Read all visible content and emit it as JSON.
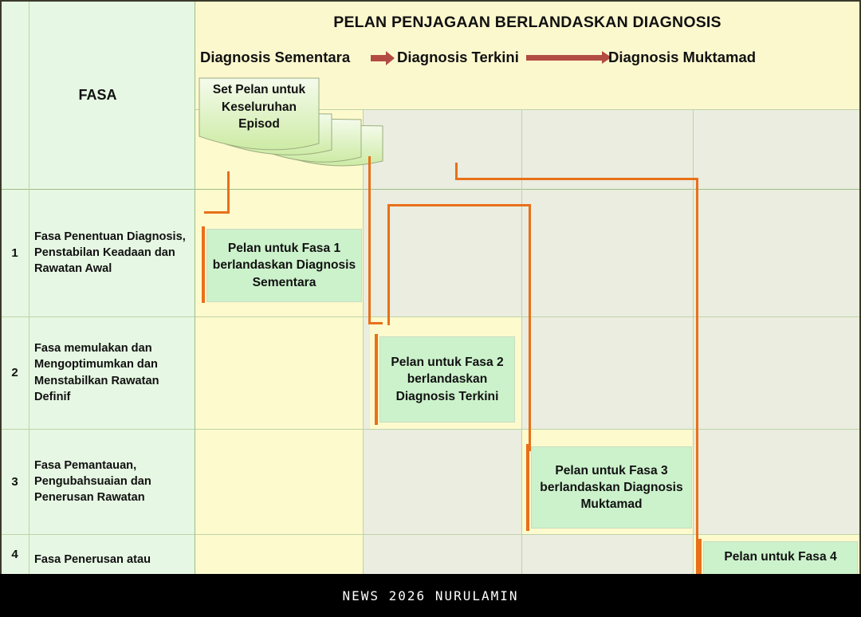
{
  "header": {
    "title": "PELAN PENJAGAAN BERLANDASKAN DIAGNOSIS",
    "fasa_label": "FASA",
    "diagnosis_stages": [
      {
        "label": "Diagnosis Sementara"
      },
      {
        "label": "Diagnosis  Terkini"
      },
      {
        "label": "Diagnosis Muktamad"
      }
    ],
    "arrow_color": "#B24C43"
  },
  "overall_plan": {
    "label": "Set Pelan untuk Keseluruhan Episod",
    "line1": "Set Pelan untuk",
    "line2": "Keseluruhan Episod"
  },
  "phases": [
    {
      "number": "1",
      "name": "Fasa Penentuan Diagnosis, Penstabilan Keadaan dan Rawatan Awal",
      "plan": "Pelan untuk Fasa 1 berlandaskan Diagnosis Sementara"
    },
    {
      "number": "2",
      "name": "Fasa memulakan dan Mengoptimumkan dan Menstabilkan Rawatan Definif",
      "plan": "Pelan untuk Fasa 2 berlandaskan Diagnosis Terkini"
    },
    {
      "number": "3",
      "name": "Fasa Pemantauan, Pengubahsuaian dan Penerusan Rawatan",
      "plan": "Pelan untuk Fasa 3 berlandaskan Diagnosis Muktamad"
    },
    {
      "number": "4",
      "name": "Fasa Penerusan atau",
      "plan": "Pelan untuk Fasa 4"
    }
  ],
  "footer": {
    "watermark": "NEWS 2026 NURULAMIN"
  },
  "colors": {
    "connector": "#E8701A",
    "plan_fill": "#CCF2CC",
    "header_yellow": "#FCF8CE",
    "grid_grey": "#EAEDDF",
    "left_green": "#E6F7E3"
  }
}
